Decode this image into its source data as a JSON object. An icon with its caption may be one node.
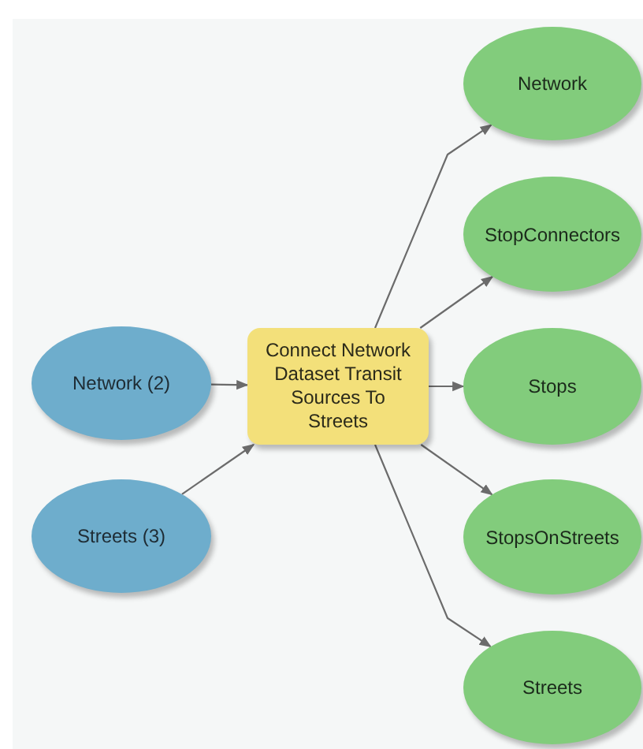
{
  "diagram": {
    "nodes": [
      {
        "text": [
          "Network (2)"
        ]
      },
      {
        "text": [
          "Streets (3)"
        ]
      },
      {
        "text": [
          "Connect Network Dataset Transit Sources To Streets"
        ]
      },
      {
        "text": [
          "Network"
        ]
      },
      {
        "text": [
          "StopConnectors"
        ]
      },
      {
        "text": [
          "Stops"
        ]
      },
      {
        "text": [
          "StopsOnStreets"
        ]
      },
      {
        "text": [
          "Streets"
        ]
      }
    ],
    "edges": [
      {
        "from": 0,
        "to": 2,
        "arrow": "to"
      },
      {
        "from": 1,
        "to": 2,
        "arrow": "to"
      },
      {
        "from": 2,
        "to": 3,
        "arrow": "to"
      },
      {
        "from": 2,
        "to": 4,
        "arrow": "to"
      },
      {
        "from": 2,
        "to": 5,
        "arrow": "to"
      },
      {
        "from": 2,
        "to": 6,
        "arrow": "to"
      },
      {
        "from": 2,
        "to": 7,
        "arrow": "to"
      }
    ]
  }
}
